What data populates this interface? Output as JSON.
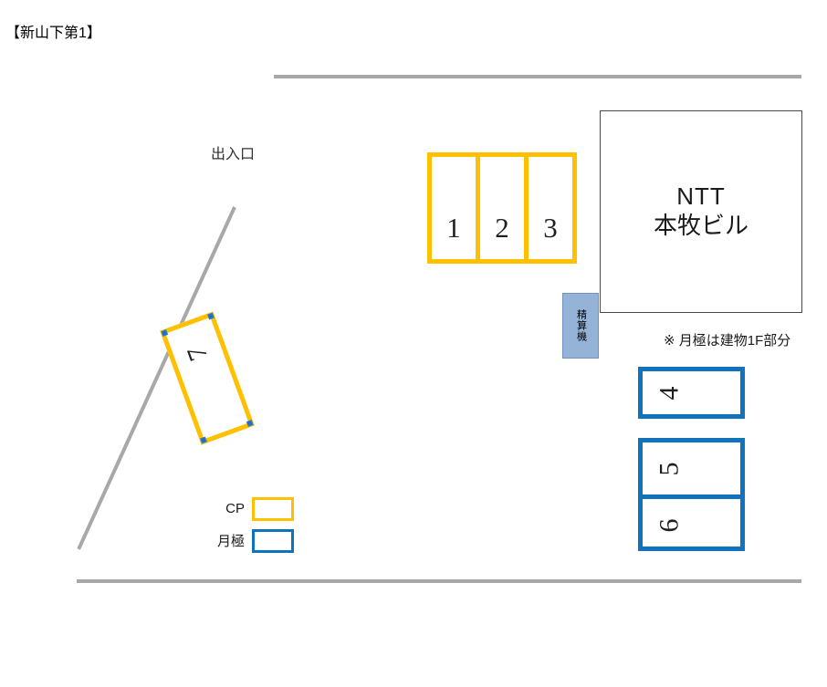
{
  "title": "【新山下第1】",
  "colors": {
    "cp_stall": "#FFC000",
    "monthly_stall": "#1073BE",
    "boundary_line": "#A8A8A8",
    "pay_machine_fill": "#95B3D7",
    "building_border": "#4A4A4A"
  },
  "map": {
    "gate_label": "出入口",
    "building": {
      "line1": "NTT",
      "line2": "本牧ビル"
    },
    "pay_machine": {
      "label": "精算機"
    },
    "note": "※ 月極は建物1F部分",
    "cp_stalls": [
      {
        "number": "1"
      },
      {
        "number": "2"
      },
      {
        "number": "3"
      }
    ],
    "angled_stall": {
      "number": "7"
    },
    "monthly_stalls": [
      {
        "number": "4"
      },
      {
        "number": "5"
      },
      {
        "number": "6"
      }
    ]
  },
  "legend": {
    "items": [
      {
        "label": "CP",
        "type": "cp"
      },
      {
        "label": "月極",
        "type": "monthly"
      }
    ]
  }
}
